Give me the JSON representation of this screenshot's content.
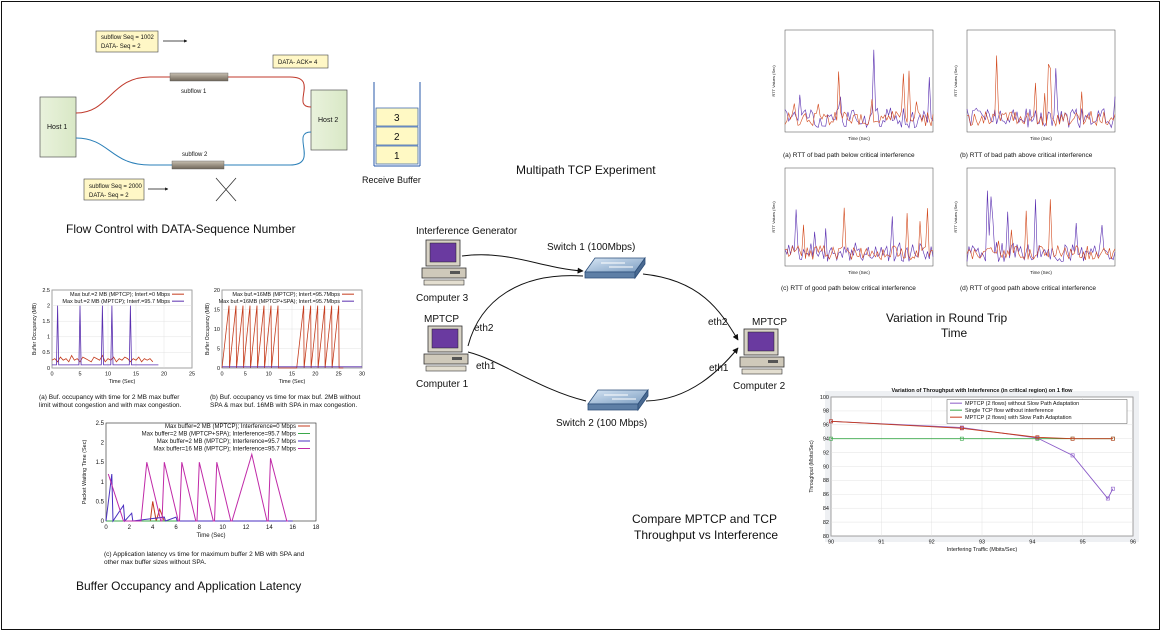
{
  "flow_control": {
    "box_top": [
      "subflow Seq = 1002",
      "DATA- Seq = 2"
    ],
    "ack_box": "DATA- ACK= 4",
    "box_bottom": [
      "subflow Seq = 2000",
      "DATA- Seq = 2"
    ],
    "host1": "Host 1",
    "host2": "Host 2",
    "subflow1": "subflow 1",
    "subflow2": "subflow 2",
    "buffer_cells": [
      "3",
      "2",
      "1"
    ],
    "receive_buffer": "Receive Buffer",
    "title": "Flow Control with DATA-Sequence Number"
  },
  "experiment": {
    "title": "Multipath TCP Experiment",
    "interference_generator": "Interference Generator",
    "computer3": "Computer 3",
    "mptcp_left": "MPTCP",
    "computer1": "Computer 1",
    "mptcp_right": "MPTCP",
    "computer2": "Computer 2",
    "switch1": "Switch 1 (100Mbps)",
    "switch2": "Switch 2 (100 Mbps)",
    "eth2_left": "eth2",
    "eth1_left": "eth1",
    "eth2_right": "eth2",
    "eth1_right": "eth1"
  },
  "rtt": {
    "title_lines": [
      "Variation in Round Trip",
      "Time"
    ],
    "captions": [
      "(a) RTT of  bad path below critical interference",
      "(b) RTT of  bad path above critical interference",
      "(c) RTT of  good path below critical interference",
      "(d) RTT of  good path above critical interference"
    ],
    "xlabel": "Time (Sec)",
    "ylabel": "RTT Values (Sec)"
  },
  "buffer_section": {
    "title": "Buffer Occupancy and Application Latency",
    "caption_a": [
      "(a) Buf. occupancy  with time for 2 MB max buffer",
      "limit without congestion and with max congestion."
    ],
    "caption_b": [
      "(b) Buf. occupancy vs time for max buf. 2MB without",
      "SPA & max buf. 16MB with SPA in max congestion."
    ],
    "caption_c": [
      "(c) Application latency vs time for maximum buffer 2 MB with SPA and",
      "other max buffer sizes without SPA."
    ]
  },
  "throughput_section": {
    "title_lines": [
      "Compare MPTCP and TCP",
      "Throughput vs Interference"
    ]
  },
  "chart_data": [
    {
      "type": "line",
      "title": "",
      "xlabel": "Time (Sec)",
      "ylabel": "Buffer Occupancy (MB)",
      "xlim": [
        0,
        25
      ],
      "ylim": [
        0,
        2.5
      ],
      "x_ticks": [
        "0",
        "5",
        "10",
        "15",
        "20",
        "25"
      ],
      "y_ticks": [
        "0",
        "0.5",
        "1",
        "1.5",
        "2",
        "2.5"
      ],
      "legend": "top-right",
      "series": [
        {
          "name": "Max buf.=2 MB (MPTCP); Interf.=0 Mbps",
          "color": "#c43b1c",
          "x": [
            0,
            0.5,
            1,
            1.5,
            2,
            2.5,
            3,
            3.5,
            4,
            4.5,
            5,
            5.5,
            6,
            6.5,
            7,
            7.5,
            8,
            8.5,
            9,
            9.5,
            10,
            10.5,
            11,
            11.5,
            12,
            12.5,
            13,
            13.5,
            14,
            14.5,
            15,
            15.5,
            16,
            16.5,
            17,
            17.5,
            18
          ],
          "y": [
            0.25,
            0.3,
            0.2,
            0.35,
            0.25,
            0.3,
            0.2,
            0.4,
            0.25,
            0.3,
            0.2,
            0.35,
            0.3,
            0.25,
            0.2,
            0.35,
            0.3,
            0.25,
            0.4,
            0.2,
            0.3,
            0.25,
            0.35,
            0.2,
            0.3,
            0.25,
            0.35,
            0.3,
            0.2,
            0.3,
            0.25,
            0.35,
            0.2,
            0.3,
            0.25,
            0.3,
            0.2
          ]
        },
        {
          "name": "Max buf.=2 MB (MPTCP); Interf.=95.7 Mbps",
          "color": "#5a2fb0",
          "x": [
            0,
            0.8,
            1,
            1.2,
            3,
            4.8,
            5,
            5.2,
            7,
            8.8,
            9,
            9.2,
            10.5,
            10.7,
            10.9,
            12,
            13.8,
            14,
            14.2,
            16,
            18.5,
            19
          ],
          "y": [
            0.1,
            0.1,
            2.0,
            0.1,
            0.1,
            0.1,
            2.0,
            0.1,
            0.1,
            0.1,
            2.0,
            0.1,
            0.1,
            2.0,
            0.1,
            0.1,
            0.1,
            2.0,
            0.1,
            0.1,
            0.1,
            0.1
          ]
        }
      ]
    },
    {
      "type": "line",
      "title": "",
      "xlabel": "Time (Sec)",
      "ylabel": "Buffer Occupancy (MB)",
      "xlim": [
        0,
        30
      ],
      "ylim": [
        0,
        20
      ],
      "x_ticks": [
        "0",
        "5",
        "10",
        "15",
        "20",
        "25",
        "30"
      ],
      "y_ticks": [
        "0",
        "5",
        "10",
        "15",
        "20"
      ],
      "legend": "top-right",
      "series": [
        {
          "name": "Max buf.=16MB (MPTCP); Interf.=95.7Mbps",
          "color": "#c43b1c",
          "x": [
            0,
            1.5,
            1.6,
            3,
            3.1,
            4.5,
            4.6,
            6,
            6.1,
            7.5,
            7.6,
            9,
            9.1,
            10.5,
            10.6,
            12,
            12.1,
            16,
            17.5,
            17.6,
            19,
            19.1,
            20.5,
            20.6,
            22,
            22.1,
            23.5,
            23.6,
            25,
            25.1,
            26
          ],
          "y": [
            0,
            16,
            0,
            16,
            0,
            16,
            0,
            16,
            0,
            16,
            0,
            16,
            0,
            16,
            0,
            16,
            0,
            0,
            16,
            0,
            16,
            0,
            16,
            0,
            16,
            0,
            16,
            0,
            16,
            0,
            0
          ]
        },
        {
          "name": "Max buf.=16MB (MPTCP+SPA); Interf.=95.7Mbps",
          "color": "#5a2fb0",
          "x": [
            0,
            30
          ],
          "y": [
            0.3,
            0.3
          ]
        }
      ]
    },
    {
      "type": "line",
      "title": "",
      "xlabel": "Time (Sec)",
      "ylabel": "Packet Waiting Time (Sec)",
      "xlim": [
        0,
        18
      ],
      "ylim": [
        0,
        2.5
      ],
      "x_ticks": [
        "0",
        "2",
        "4",
        "6",
        "8",
        "10",
        "12",
        "14",
        "16",
        "18"
      ],
      "y_ticks": [
        "0",
        "0.5",
        "1",
        "1.5",
        "2",
        "2.5"
      ],
      "legend": "top-right",
      "series": [
        {
          "name": "Max buffer=2 MB (MPTCP); Interference=0 Mbps",
          "color": "#c43b1c",
          "x": [
            0,
            3.8,
            4,
            4.3,
            4.6,
            5,
            16
          ],
          "y": [
            0,
            0,
            0.5,
            0,
            0.3,
            0,
            0
          ]
        },
        {
          "name": "Max buffer=2 MB (MPTCP+SPA); Interference=95.7 Mbps",
          "color": "#3aa84a",
          "x": [
            0,
            16
          ],
          "y": [
            0,
            0
          ]
        },
        {
          "name": "Max buffer=2 MB (MPTCP); Interference=95.7 Mbps",
          "color": "#4a2fc0",
          "x": [
            0,
            0.5,
            0.6,
            1.5,
            1.6,
            2.2,
            2.3,
            5,
            5.1,
            6,
            6.1,
            16
          ],
          "y": [
            0,
            1.2,
            0,
            0.4,
            0,
            0.2,
            0,
            0.1,
            0,
            0.1,
            0,
            0
          ]
        },
        {
          "name": "Max buffer=16 MB (MPTCP); Interference=95.7 Mbps",
          "color": "#c02aa8",
          "x": [
            0.2,
            1.5,
            1.6,
            3,
            3.5,
            4.7,
            4.8,
            5,
            6.2,
            6.3,
            6.5,
            7.7,
            7.8,
            8,
            9.2,
            9.3,
            9.5,
            10.7,
            10.8,
            12.5,
            13.8,
            13.9,
            14.1,
            15.5,
            15.6
          ],
          "y": [
            1.2,
            0,
            0,
            0,
            1.5,
            0,
            0,
            1.5,
            0,
            0,
            1.5,
            0,
            0,
            1.5,
            0,
            0,
            1.5,
            0,
            0,
            1.7,
            0,
            0,
            1.6,
            0,
            0
          ]
        }
      ]
    },
    {
      "type": "line",
      "title": "Variation of Throughput with Interference (in critical region) on 1 flow",
      "xlabel": "Interfering Traffic (Mbits/Sec)",
      "ylabel": "Throughput (Mbits/Sec)",
      "xlim": [
        90,
        96
      ],
      "ylim": [
        80,
        100
      ],
      "x_ticks": [
        "90",
        "91",
        "92",
        "93",
        "94",
        "95",
        "96"
      ],
      "y_ticks": [
        "80",
        "82",
        "84",
        "86",
        "88",
        "90",
        "92",
        "94",
        "96",
        "98",
        "100"
      ],
      "legend": "top-right",
      "series": [
        {
          "name": "MPTCP (2 flows) without Slow Path Adaptation",
          "color": "#8a5ac8",
          "x": [
            90,
            92.6,
            94.1,
            94.8,
            95.5,
            95.6
          ],
          "y": [
            96.5,
            95.6,
            94.1,
            91.6,
            85.4,
            86.8
          ]
        },
        {
          "name": "Single TCP flow without interference",
          "color": "#3aa84a",
          "x": [
            90,
            92.6,
            94.1,
            94.8,
            95.6
          ],
          "y": [
            94.0,
            94.0,
            94.0,
            94.0,
            94.0
          ]
        },
        {
          "name": "MPTCP (2 flows) with Slow Path Adaptation",
          "color": "#c43b1c",
          "x": [
            90,
            92.6,
            94.1,
            94.8,
            95.6
          ],
          "y": [
            96.5,
            95.5,
            94.2,
            94.0,
            94.0
          ]
        }
      ]
    }
  ]
}
